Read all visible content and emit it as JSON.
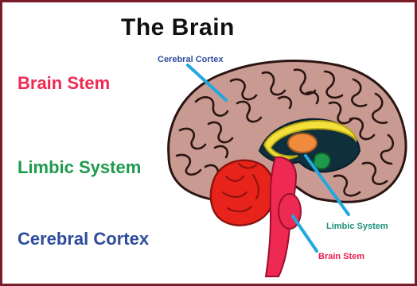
{
  "title": "The Brain",
  "side_labels": {
    "brain_stem": "Brain Stem",
    "limbic_system": "Limbic System",
    "cerebral_cortex": "Cerebral Cortex"
  },
  "callouts": {
    "cerebral_cortex": "Cerebral Cortex",
    "limbic_system": "Limbic System",
    "brain_stem": "Brain Stem"
  },
  "colors": {
    "frame": "#7a1c2a",
    "brain_stem": "#ee2a52",
    "limbic_system": "#1d9a4c",
    "cerebral_cortex": "#2e4c9c",
    "cortex_fill": "#c99a92",
    "cortex_fold": "#2a1512",
    "cerebellum": "#e8231c",
    "callout_line": "#22a7e0",
    "callout_limbic_text": "#1d8f7a",
    "callout_stem_text": "#e8204a",
    "callout_cortex_text": "#2e4c9c"
  }
}
